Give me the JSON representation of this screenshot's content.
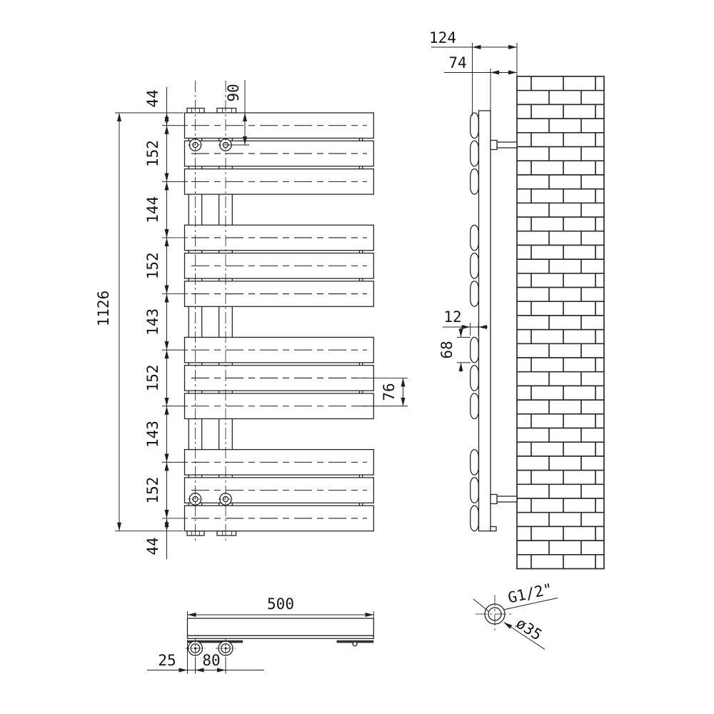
{
  "front": {
    "overall_height": "1126",
    "chain": [
      "44",
      "152",
      "144",
      "152",
      "143",
      "152",
      "143",
      "152",
      "44"
    ],
    "top_to_connection": "90",
    "panel_pitch": "76"
  },
  "side": {
    "total_depth": "124",
    "tube_to_wall": "74",
    "panel_depth": "12",
    "panel_height": "68"
  },
  "bottom": {
    "width": "500",
    "edge_to_connection": "25",
    "connection_spacing": "80"
  },
  "detail": {
    "thread": "G1/2\"",
    "outer_diameter": "ø35"
  },
  "colors": {
    "line": "#1f1f1f",
    "brick_line": "#2b2b2b",
    "background": "#ffffff"
  }
}
